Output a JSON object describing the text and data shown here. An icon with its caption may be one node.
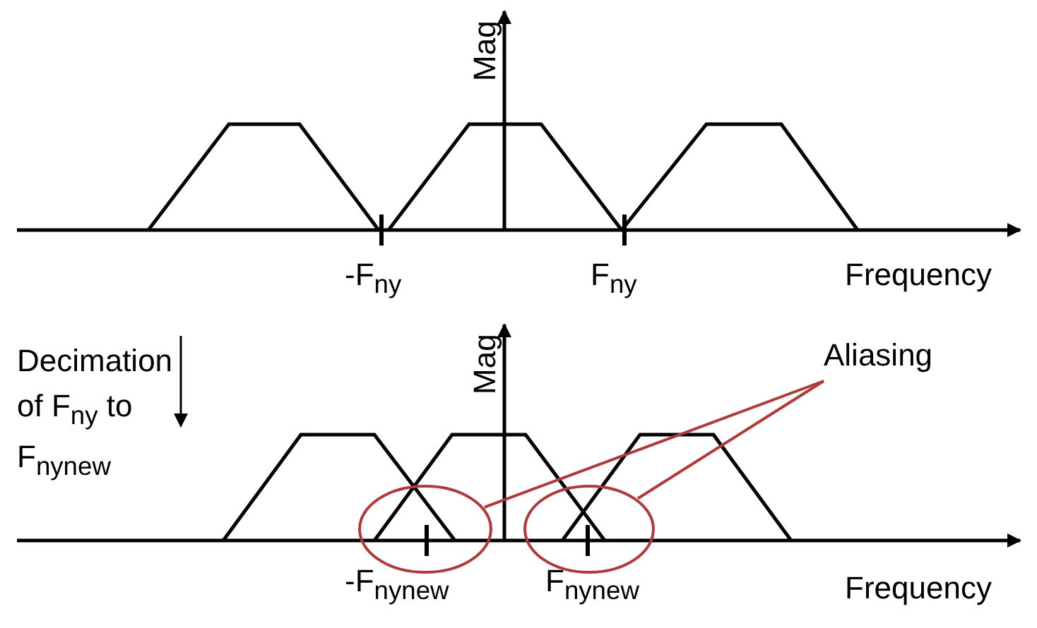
{
  "diagram": {
    "nodes": [
      {
        "text": [
          "Aliasing"
        ]
      },
      {
        "text": [],
        "shape": "circle"
      },
      {
        "text": [],
        "shape": "circle"
      }
    ],
    "edges": [
      {
        "from": 0,
        "to": 1,
        "arrow": "none"
      },
      {
        "from": 0,
        "to": 2,
        "arrow": "none"
      }
    ],
    "labels": [
      "Mag",
      "-F$_{ny}$",
      "F$_{ny}$",
      "Frequency",
      "Decimation of F$_{ny}$ to F$_{nynew}$",
      "Mag",
      "-F$_{nynew}$",
      "F$_{nynew}$",
      "Frequency"
    ]
  }
}
